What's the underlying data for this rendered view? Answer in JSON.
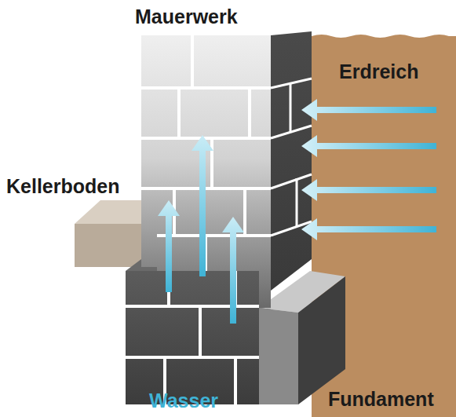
{
  "diagram": {
    "labels": [
      "Mauerwerk",
      "Erdreich",
      "Kellerboden",
      "Wasser",
      "Fundament"
    ]
  }
}
